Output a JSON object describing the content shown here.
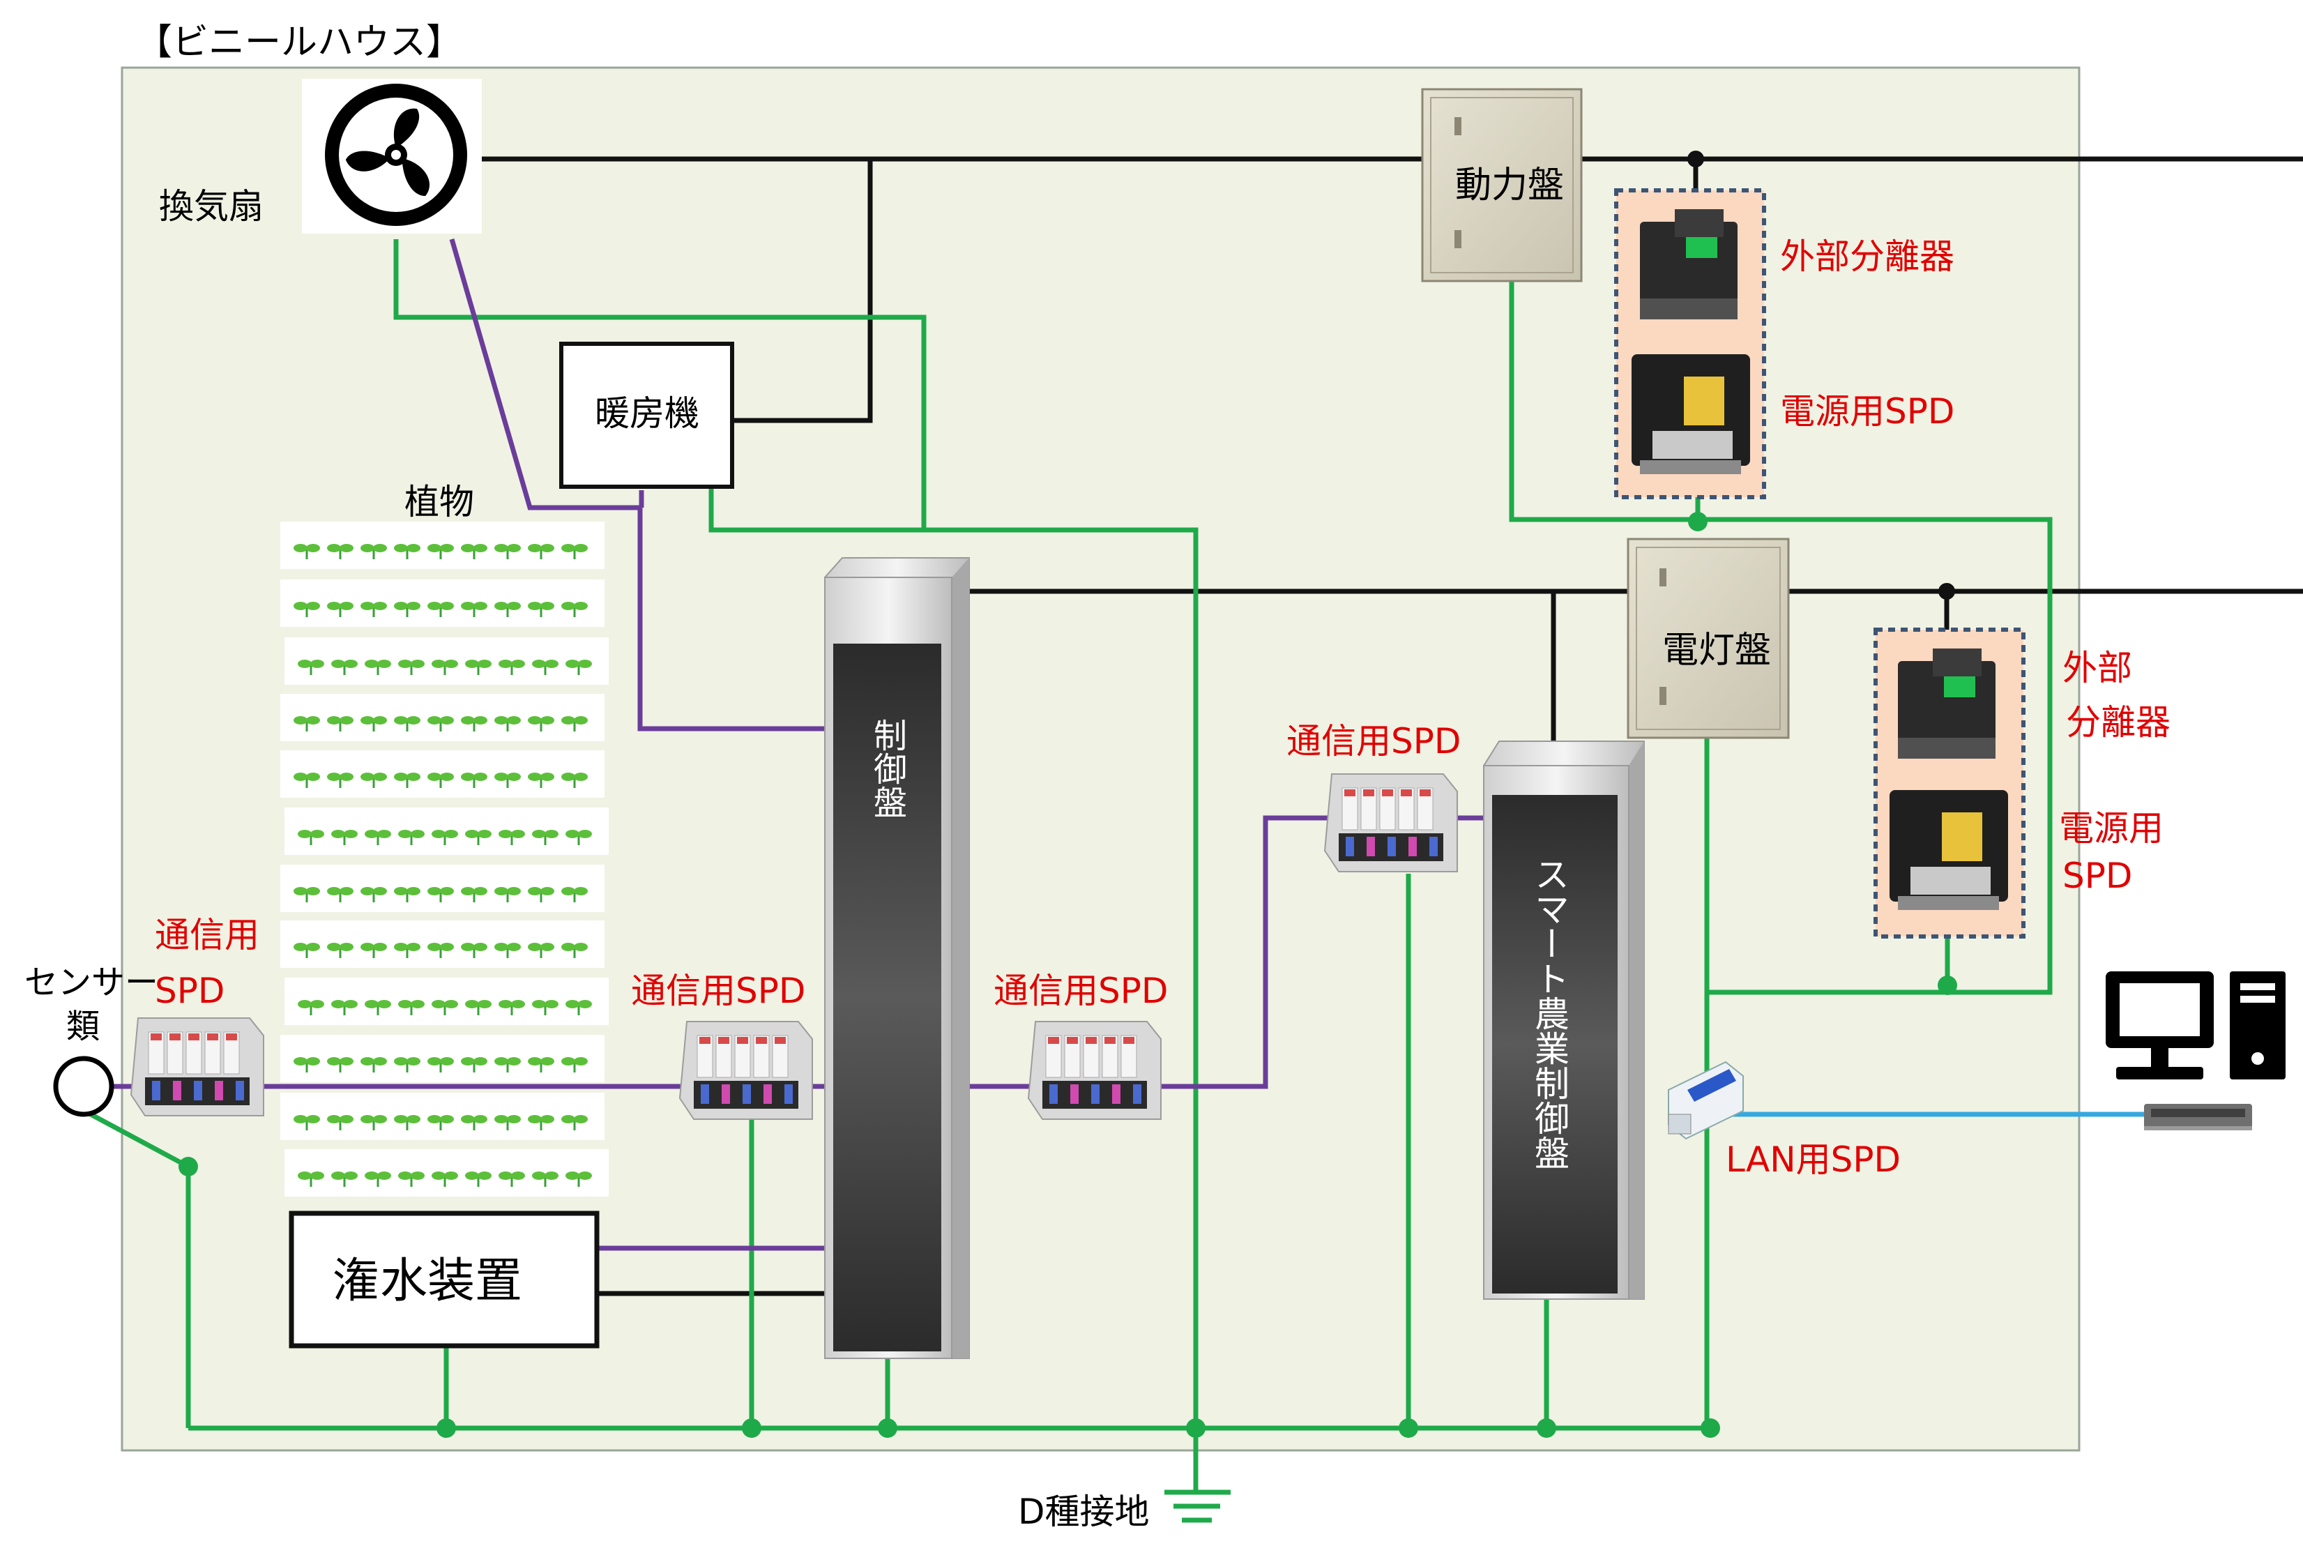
{
  "greenhouse_label": "【ビニールハウス】",
  "fan_label": "換気扇",
  "heater_label": "暖房機",
  "plants_label": "植物",
  "sensor_label_line1": "センサー",
  "sensor_label_line2": "類",
  "irrigation_label": "潅水装置",
  "control_panel_label": "制御盤",
  "smart_panel_label": "スマート農業制御盤",
  "power_panel_label": "動力盤",
  "light_panel_label": "電灯盤",
  "ground_label": "D種接地",
  "spd_labels": {
    "sensor_line1": "通信用",
    "sensor_line2": "SPD",
    "inner": "通信用SPD",
    "outer": "通信用SPD",
    "smart": "通信用SPD",
    "lan": "LAN用SPD"
  },
  "upper_device_labels": {
    "isolator": "外部分離器",
    "power_spd": "電源用SPD"
  },
  "lower_device_labels": {
    "isolator_line1": "外部",
    "isolator_line2": "分離器",
    "power_spd_line1": "電源用",
    "power_spd_line2": "SPD"
  },
  "colors": {
    "background_area": "#f0f2e4",
    "power_line": "#111111",
    "ground_line": "#1faa4a",
    "signal_line": "#6a3d9a",
    "lan_line": "#35a8e0",
    "spd_label": "#e00000"
  },
  "icons": {
    "fan": "fan-icon",
    "computer": "desktop-computer-icon",
    "hub": "network-hub-icon",
    "ground": "ground-symbol-icon"
  }
}
